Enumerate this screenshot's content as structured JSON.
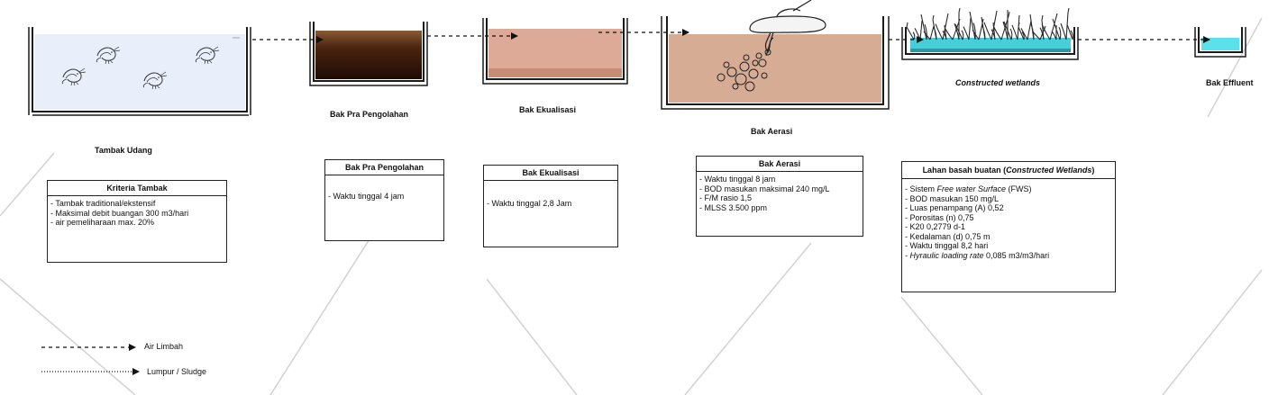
{
  "units": {
    "tambak": {
      "label": "Tambak Udang",
      "box_title": "Kriteria Tambak",
      "items": [
        "- Tambak traditional/ekstensif",
        "- Maksimal debit buangan 300 m3/hari",
        "- air pemeliharaan max. 20%"
      ]
    },
    "pra": {
      "label": "Bak Pra Pengolahan",
      "box_title": "Bak Pra Pengolahan",
      "items": [
        "- Waktu tinggal 4 jam"
      ]
    },
    "ekualisasi": {
      "label": "Bak Ekualisasi",
      "box_title": "Bak Ekualisasi",
      "items": [
        "- Waktu tinggal 2,8 Jam"
      ]
    },
    "aerasi": {
      "label": "Bak Aerasi",
      "box_title": "Bak Aerasi",
      "items": [
        "- Waktu tinggal 8 jam",
        "- BOD masukan maksimal 240 mg/L",
        "- F/M rasio 1,5",
        "- MLSS 3.500 ppm"
      ]
    },
    "wetland": {
      "label": "Constructed wetlands",
      "box_title_prefix": "Lahan basah buatan (",
      "box_title_em": "Constructed Wetlands",
      "box_title_suffix": ")",
      "item1_prefix": "- Sistem ",
      "item1_em": "Free water Surface",
      "item1_suffix": " (FWS)",
      "items": [
        "- BOD masukan 150 mg/L",
        "- Luas penampang (A) 0,52",
        "- Porositas (n) 0,75",
        "- K20   0,2779 d-1",
        "- Kedalaman (d)   0,75 m",
        "- Waktu tinggal 8,2 hari"
      ],
      "item_last_em": "- Hyraulic loading rate",
      "item_last_suffix": " 0,085 m3/m3/hari"
    },
    "effluent": {
      "label": "Bak Effluent"
    }
  },
  "legend": {
    "air_limbah": "Air Limbah",
    "lumpur": "Lumpur / Sludge"
  },
  "colors": {
    "tambak_water": "#e8effb",
    "pra_fill_top": "#8a5a33",
    "pra_fill_bottom": "#1f0b03",
    "ekualisasi_fill": "#dcaa96",
    "ekualisasi_sediment": "#c88c74",
    "aerasi_fill": "#d7ac95",
    "wetland_water": "#46cfd8",
    "effluent_water": "#5be1ec",
    "outline": "#1a1a1a"
  },
  "icons": [
    "shrimp-icon",
    "air-bubble-icon",
    "aerator-icon",
    "reed-plant-icon"
  ]
}
